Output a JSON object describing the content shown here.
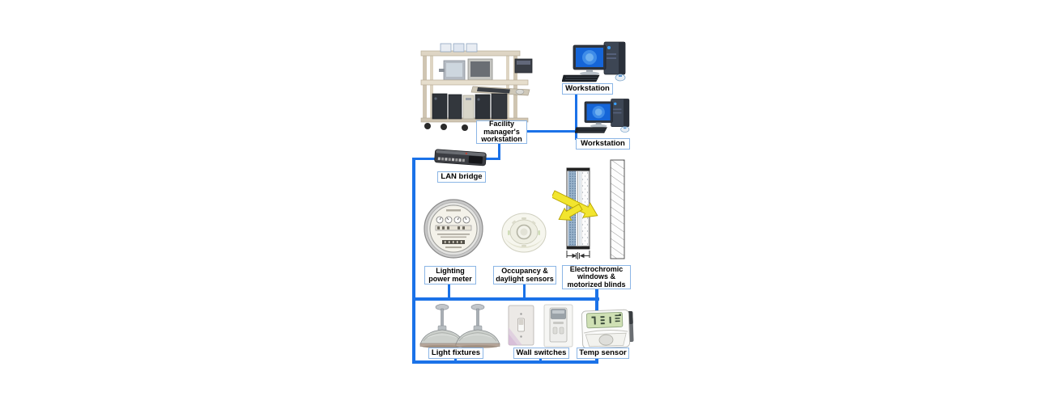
{
  "nodes": {
    "facility_workstation": {
      "label": "Facility\nmanager's\nworkstation"
    },
    "workstation_top": {
      "label": "Workstation"
    },
    "workstation_mid": {
      "label": "Workstation"
    },
    "lan_bridge": {
      "label": "LAN bridge"
    },
    "lighting_power_meter": {
      "label": "Lighting\npower meter"
    },
    "occupancy_sensors": {
      "label": "Occupancy &\ndaylight sensors"
    },
    "electrochromic": {
      "label": "Electrochromic\nwindows &\nmotorized blinds"
    },
    "light_fixtures": {
      "label": "Light fixtures"
    },
    "wall_switches": {
      "label": "Wall switches"
    },
    "temp_sensor": {
      "label": "Temp sensor"
    }
  },
  "colors": {
    "wire": "#1b72e8",
    "label_border": "#8cb6e6",
    "label_bg": "#ffffff",
    "text": "#000000",
    "screen_blue": "#1565d8",
    "arrow_yellow": "#f2e52e",
    "lcd_green": "#cfe0b4",
    "window_blue": "#9ab4cc"
  }
}
